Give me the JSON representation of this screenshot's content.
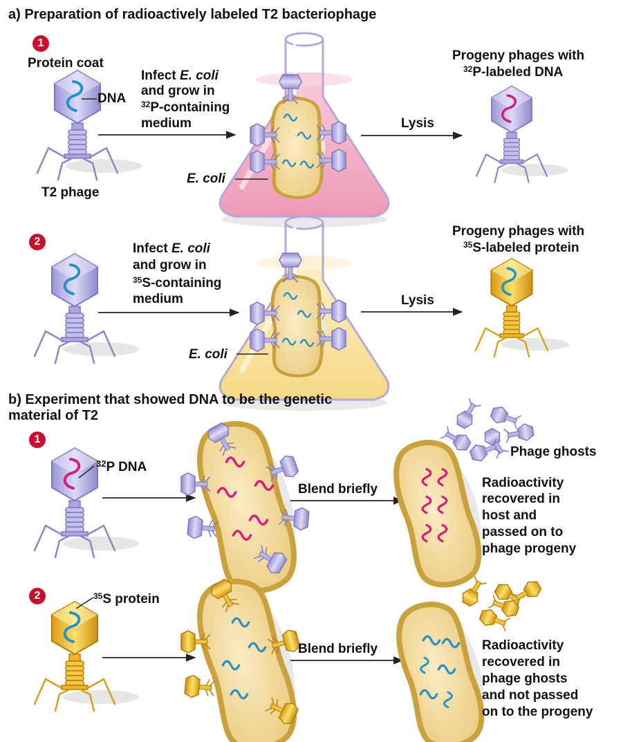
{
  "title_a": "a) Preparation of radioactively labeled T2 bacteriophage",
  "title_b_line1": "b) Experiment that showed DNA to be the genetic",
  "title_b_line2": "material of T2",
  "badges": [
    "1",
    "2",
    "1",
    "2"
  ],
  "labels": {
    "protein_coat": "Protein coat",
    "dna": "DNA",
    "t2_phage": "T2 phage",
    "ecoli": "E. coli",
    "infect_word": "Infect",
    "and_grow_in": "and grow in",
    "p32_sup": "32",
    "s35_sup": "35",
    "p_containing": "P-containing",
    "s_containing": "S-containing",
    "medium": "medium",
    "lysis": "Lysis",
    "progeny_with": "Progeny phages with",
    "p_labeled_dna": "P-labeled DNA",
    "s_labeled_protein": "S-labeled protein",
    "p_dna": "P DNA",
    "s_protein": "S protein",
    "blend_briefly": "Blend briefly",
    "phage_ghosts": "Phage ghosts",
    "rad1": [
      "Radioactivity",
      "recovered in",
      "host and",
      "passed on to",
      "phage progeny"
    ],
    "rad2": [
      "Radioactivity",
      "recovered in",
      "phage ghosts",
      "and not passed",
      "on to the progeny"
    ]
  },
  "colors": {
    "phage_purple": "#b9b6e6",
    "phage_yellow": "#f0c23a",
    "dna_blue": "#2a8fc4",
    "dna_magenta": "#d81b7c",
    "cell_fill": "#f3dca2",
    "cell_rim": "#c9a23e",
    "flask_pink": "#f2a3bf",
    "flask_yellow": "#f9e4a6",
    "badge_red": "#c8102e"
  }
}
